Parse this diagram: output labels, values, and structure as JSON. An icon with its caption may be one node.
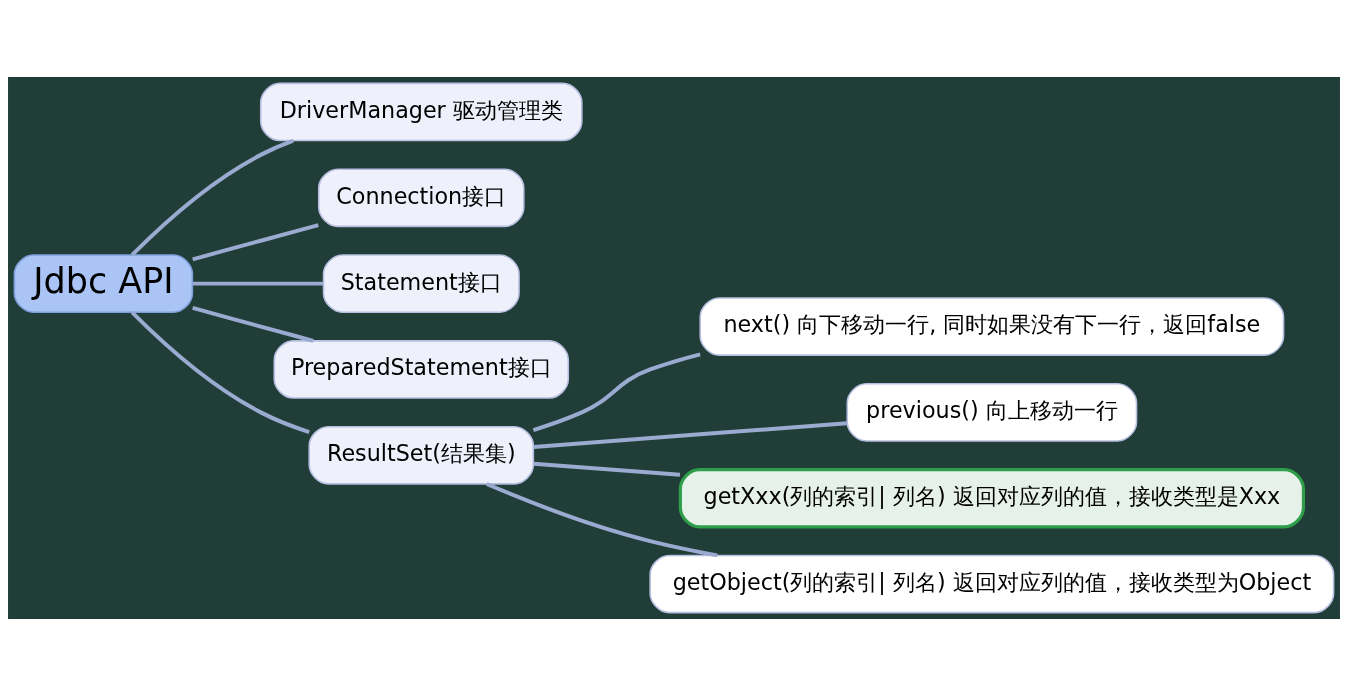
{
  "diagram": {
    "nodes": [
      {
        "text": [
          "Jdbc API"
        ]
      },
      {
        "text": [
          "DriverManager 驱动管理类"
        ]
      },
      {
        "text": [
          "Connection接口"
        ]
      },
      {
        "text": [
          "Statement接口"
        ]
      },
      {
        "text": [
          "PreparedStatement接口"
        ]
      },
      {
        "text": [
          "ResultSet(结果集)"
        ]
      },
      {
        "text": [
          "next() 向下移动一行, 同时如果没有下一行，返回false"
        ]
      },
      {
        "text": [
          "previous() 向上移动一行"
        ]
      },
      {
        "text": [
          "getXxx(列的索引| 列名) 返回对应列的值，接收类型是Xxx"
        ]
      },
      {
        "text": [
          "getObject(列的索引| 列名) 返回对应列的值，接收类型为Object"
        ]
      }
    ],
    "edges": [
      {
        "from": 0,
        "to": 1,
        "arrow": "none"
      },
      {
        "from": 0,
        "to": 2,
        "arrow": "none"
      },
      {
        "from": 0,
        "to": 3,
        "arrow": "none"
      },
      {
        "from": 0,
        "to": 4,
        "arrow": "none"
      },
      {
        "from": 0,
        "to": 5,
        "arrow": "none"
      },
      {
        "from": 5,
        "to": 6,
        "arrow": "none"
      },
      {
        "from": 5,
        "to": 7,
        "arrow": "none"
      },
      {
        "from": 5,
        "to": 8,
        "arrow": "none"
      },
      {
        "from": 5,
        "to": 9,
        "arrow": "none"
      }
    ]
  }
}
